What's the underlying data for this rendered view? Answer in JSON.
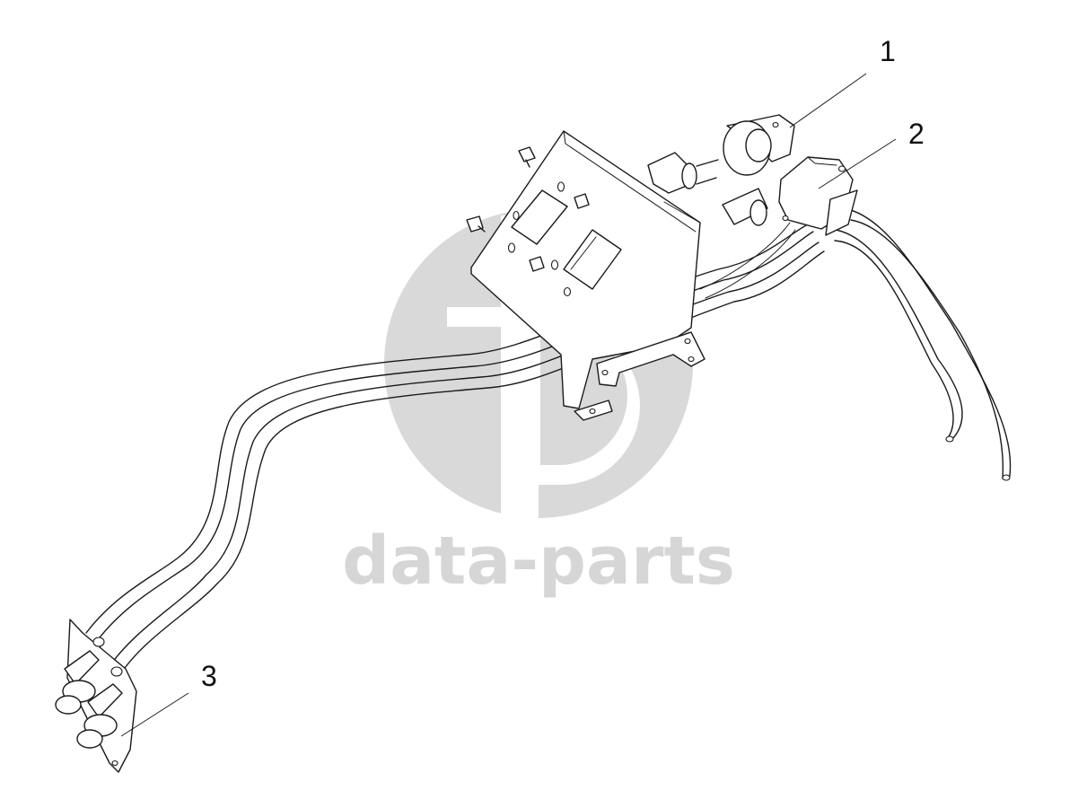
{
  "watermark": {
    "text": "data-parts",
    "color": "#d6d6d6",
    "logo_icon": "circle-gd-logo-icon"
  },
  "callouts": [
    "1",
    "2",
    "3"
  ],
  "colors": {
    "line": "#1a1a1a",
    "background": "#ffffff"
  }
}
